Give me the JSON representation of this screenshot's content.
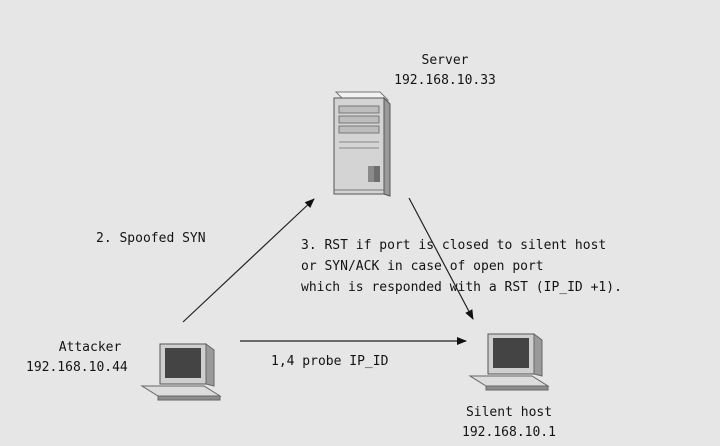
{
  "nodes": {
    "server": {
      "name": "Server",
      "ip": "192.168.10.33",
      "icon": "server-tower-icon"
    },
    "attacker": {
      "name": "Attacker",
      "ip": "192.168.10.44",
      "icon": "computer-icon"
    },
    "silent_host": {
      "name": "Silent host",
      "ip": "192.168.10.1",
      "icon": "computer-icon"
    }
  },
  "steps": {
    "probe": "1,4 probe IP_ID",
    "spoofed_syn": "2. Spoofed SYN",
    "rst_lines": [
      "3. RST if port is closed to silent host",
      "or SYN/ACK in case of open port",
      "which is responded with a RST (IP_ID +1)."
    ]
  }
}
